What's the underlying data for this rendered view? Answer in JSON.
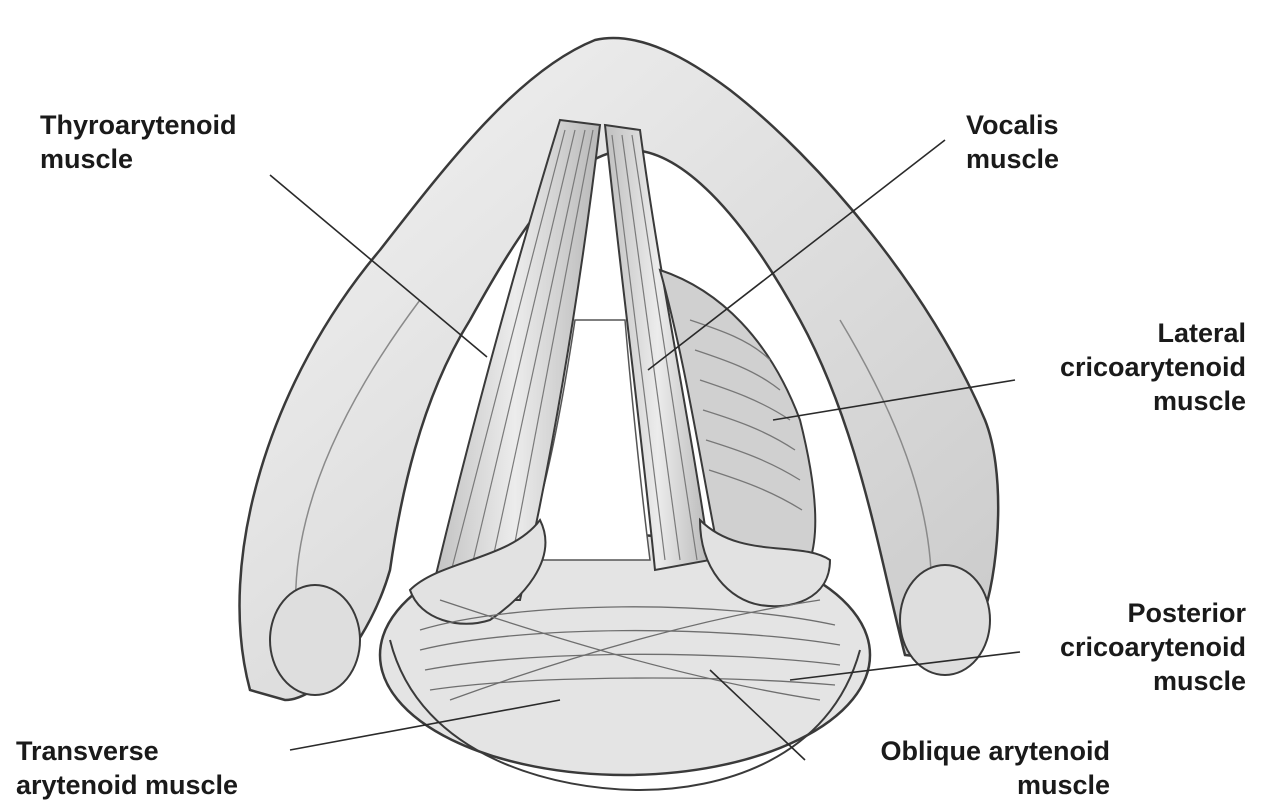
{
  "labels": {
    "thyroarytenoid": {
      "line1": "Thyroarytenoid",
      "line2": "muscle"
    },
    "vocalis": {
      "line1": "Vocalis",
      "line2": "muscle"
    },
    "lateral_crico": {
      "line1": "Lateral",
      "line2": "cricoarytenoid",
      "line3": "muscle"
    },
    "posterior_crico": {
      "line1": "Posterior",
      "line2": "cricoarytenoid",
      "line3": "muscle"
    },
    "transverse": {
      "line1": "Transverse",
      "line2": "arytenoid muscle"
    },
    "oblique": {
      "line1": "Oblique arytenoid",
      "line2": "muscle"
    }
  },
  "colors": {
    "ink": "#1a1a1a",
    "cartilage_fill": "#e9e9e9",
    "cartilage_stroke": "#3a3a3a",
    "muscle_fill": "#d6d6d6",
    "shadow": "#bdbdbd"
  }
}
